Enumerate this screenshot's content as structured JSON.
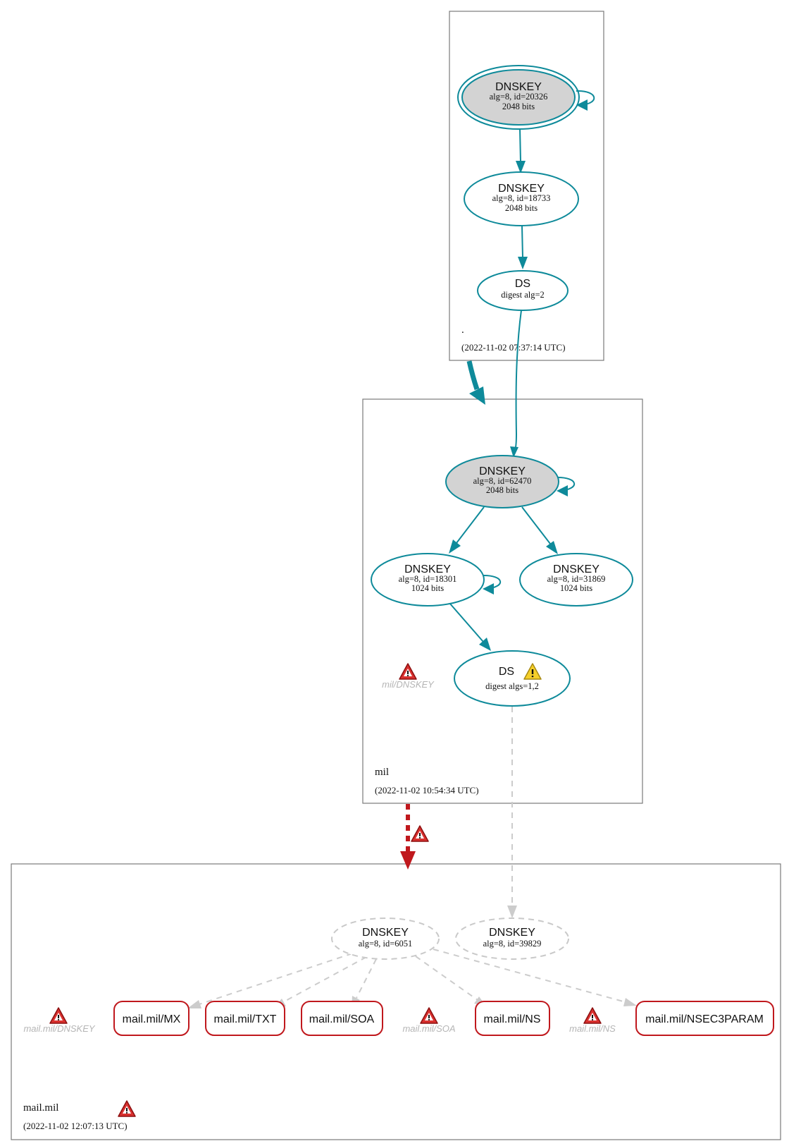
{
  "zones": {
    "root": {
      "name": ".",
      "timestamp": "(2022-11-02 07:37:14 UTC)"
    },
    "mil": {
      "name": "mil",
      "timestamp": "(2022-11-02 10:54:34 UTC)"
    },
    "mailmil": {
      "name": "mail.mil",
      "timestamp": "(2022-11-02 12:07:13 UTC)"
    }
  },
  "nodes": {
    "root_ksk": {
      "type": "DNSKEY",
      "line1": "alg=8, id=20326",
      "line2": "2048 bits"
    },
    "root_zsk": {
      "type": "DNSKEY",
      "line1": "alg=8, id=18733",
      "line2": "2048 bits"
    },
    "root_ds": {
      "type": "DS",
      "line1": "digest alg=2"
    },
    "mil_ksk": {
      "type": "DNSKEY",
      "line1": "alg=8, id=62470",
      "line2": "2048 bits"
    },
    "mil_zsk1": {
      "type": "DNSKEY",
      "line1": "alg=8, id=18301",
      "line2": "1024 bits"
    },
    "mil_zsk2": {
      "type": "DNSKEY",
      "line1": "alg=8, id=31869",
      "line2": "1024 bits"
    },
    "mil_ds": {
      "type": "DS",
      "line1": "digest algs=1,2"
    },
    "mail_key1": {
      "type": "DNSKEY",
      "line1": "alg=8, id=6051"
    },
    "mail_key2": {
      "type": "DNSKEY",
      "line1": "alg=8, id=39829"
    }
  },
  "errors": {
    "mil_dnskey": "mil/DNSKEY",
    "mail_dnskey": "mail.mil/DNSKEY",
    "mail_soa": "mail.mil/SOA",
    "mail_ns": "mail.mil/NS"
  },
  "rrsets": {
    "mx": "mail.mil/MX",
    "txt": "mail.mil/TXT",
    "soa": "mail.mil/SOA",
    "ns": "mail.mil/NS",
    "nsec3param": "mail.mil/NSEC3PARAM"
  },
  "colors": {
    "secure": "#0e8a9a",
    "bogus": "#c0181d",
    "insecure_gray": "#cccccc",
    "trust_anchor_fill": "#d3d3d3",
    "warning_yellow": "#f2c417"
  }
}
